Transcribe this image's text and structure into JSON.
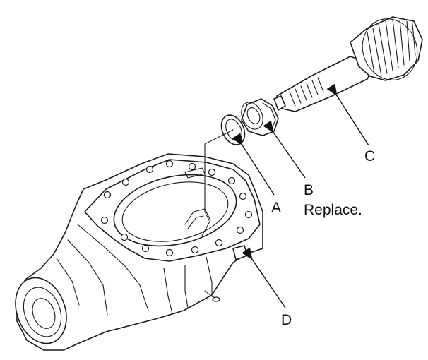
{
  "labels": {
    "a": "A",
    "b": "B",
    "b_note": "Replace.",
    "c": "C",
    "d": "D"
  },
  "colors": {
    "line": "#1a1a1a",
    "background": "#ffffff"
  }
}
